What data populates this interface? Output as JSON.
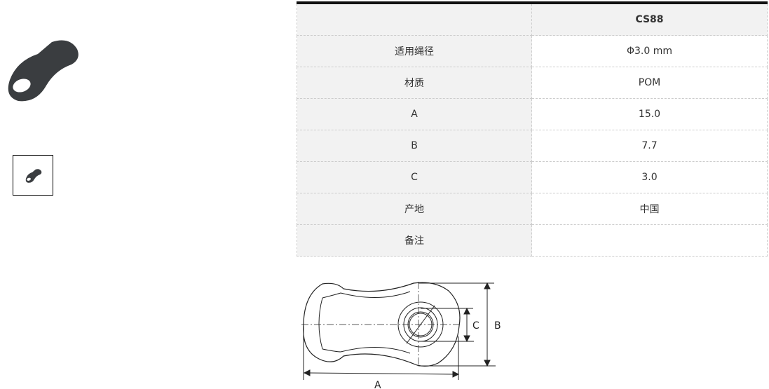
{
  "table": {
    "header": [
      "",
      "CS88"
    ],
    "rows": [
      [
        "适用绳径",
        "Φ3.0 mm"
      ],
      [
        "材质",
        "POM"
      ],
      [
        "A",
        "15.0"
      ],
      [
        "B",
        "7.7"
      ],
      [
        "C",
        "3.0"
      ],
      [
        "产地",
        "中国"
      ],
      [
        "备注",
        ""
      ]
    ]
  },
  "drawing": {
    "labels": {
      "a": "A",
      "b": "B",
      "c": "C"
    }
  }
}
